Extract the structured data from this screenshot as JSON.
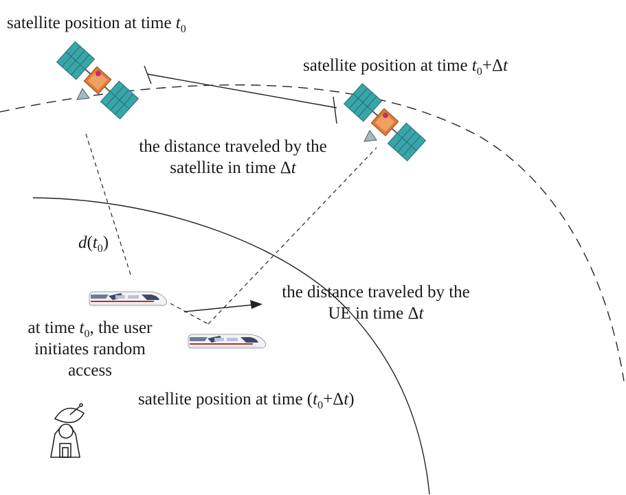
{
  "labels": {
    "sat_t0_text": "satellite position at time ",
    "sat_t0_var": "t",
    "sat_t0_sub": "0",
    "sat_t1_text": "satellite position at time ",
    "sat_t1_var": "t",
    "sat_t1_sub": "0",
    "sat_t1_plus": "+Δ",
    "sat_t1_var2": "t",
    "sat_dist_line1": "the distance traveled by the",
    "sat_dist_line2_pre": "satellite in time Δ",
    "sat_dist_line2_var": "t",
    "d_func": "d",
    "d_open": "(",
    "d_var": "t",
    "d_sub": "0",
    "d_close": ")",
    "ue_dist_line1": "the distance traveled by the",
    "ue_dist_line2_pre": "UE in time Δ",
    "ue_dist_line2_var": "t",
    "user_line1_pre": "at time ",
    "user_line1_var": "t",
    "user_line1_sub": "0",
    "user_line1_post": ", the user",
    "user_line2": "initiates random",
    "user_line3": "access",
    "sat_bottom_pre": "satellite position at time (",
    "sat_bottom_var": "t",
    "sat_bottom_sub": "0",
    "sat_bottom_plus": "+Δ",
    "sat_bottom_var2": "t",
    "sat_bottom_close": ")"
  },
  "icons": [
    "satellite-icon",
    "train-icon",
    "ground-station-icon"
  ],
  "colors": {
    "panel": "#3aa5a8",
    "panel_grid": "#1f6f72",
    "body": "#e07a3a",
    "line": "#222222"
  }
}
